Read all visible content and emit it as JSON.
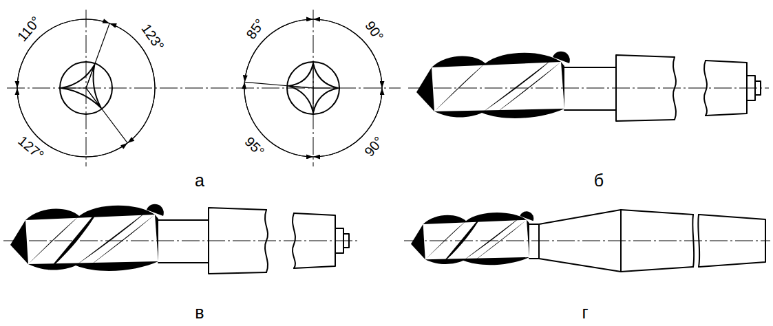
{
  "diagram": {
    "labels": [
      "110°",
      "123°",
      "127°",
      "85°",
      "90°",
      "95°",
      "90°",
      "а",
      "б",
      "в",
      "г"
    ]
  }
}
